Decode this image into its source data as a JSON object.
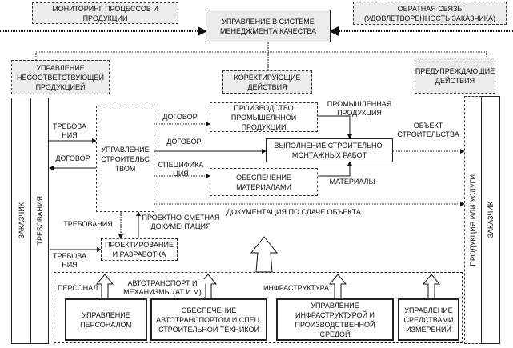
{
  "top": {
    "monitoring": "МОНИТОРИНГ ПРОЦЕССОВ И\nПРОДУКЦИИ",
    "qms": "УПРАВЛЕНИЕ В СИСТЕМЕ\nМЕНЕДЖМЕНТА КАЧЕСТВА",
    "feedback": "ОБРАТНАЯ СВЯЗЬ\n(УДОВЛЕТВОРЕННОСТЬ ЗАКАЗЧИКА)",
    "nonconforming": "УПРАВЛЕНИЕ\nНЕСООТВЕТСТВУЮЩЕЙ\nПРОДУКЦИЕЙ",
    "corrective": "КОРЕКТИРУЮЩИЕ\nДЕЙСТВИЯ",
    "preventive": "ПРЕДУПРЕЖДАЮЩИЕ\nДЕЙСТВИЯ"
  },
  "columns": {
    "customer_left": "ЗАКАЗЧИК",
    "requirements": "ТРЕБОВАНИЯ",
    "products": "ПРОДУКЦИЯ ИЛИ УСЛУГИ",
    "customer_right": "ЗАКАЗЧИК"
  },
  "boxes": {
    "construction_mgmt": "УПРАВЛЕНИЕ\nСТРОИТЕЛЬС\nТВОМ",
    "industrial": "ПРОИЗВОДСТВО\nПРОМЫШЕЛННОЙ\nПРОДУКЦИИ",
    "installation": "ВЫПОЛНЕНИЕ СТРОИТЕЛЬНО-\nМОНТАЖНЫХ РАБОТ",
    "materials_supply": "ОБЕСПЕЧЕНИЕ\nМАТЕРИАЛАМИ",
    "design": "ПРОЕКТИРОВАНИЕ\nИ РАЗРАБОТКА"
  },
  "labels": {
    "req1": "ТРЕБОВА\nНИЯ",
    "contract_left": "ДОГОВОР",
    "contract1": "ДОГОВОР",
    "contract2": "ДОГОВОР",
    "spec": "СПЕЦИФИКА\nЦИЯ",
    "industrial_products": "ПРОМЫШЛЕННАЯ\nПРОДУКЦИЯ",
    "object": "ОБЪЕКТ\nСТРОИТЕЛЬСТВА",
    "materials": "МАТЕРИАЛЫ",
    "handover_docs": "ДОКУМЕНТАЦИЯ ПО СДАЧЕ ОБЪЕКТА",
    "req2": "ТРЕБОВАНИЯ",
    "design_docs": "ПРОЕКТНО-СМЕТНАЯ\nДОКУМЕНТАЦИЯ",
    "req3": "ТРЕБОВА\nНИЯ",
    "personnel": "ПЕРСОНАЛ",
    "vehicles": "АВТОТРАНСПОРТ И\nМЕХАНИЗМЫ (АТ И М)",
    "infrastructure": "ИНФРАСТРУКТУРА"
  },
  "resources": {
    "personnel_mgmt": "УПРАВЛЕНИЕ\nПЕРСОНАЛОМ",
    "vehicles_mgmt": "ОБЕСПЕЧЕНИЕ\nАВТОТРАНСПОРТОМ И СПЕЦ.\nСТРОИТЕЛЬНОЙ ТЕХНИКОЙ",
    "infra_mgmt": "УПРАВЛЕНИЕ\nИНФРАСТРУКТУРОЙ И\nПРОИЗВОДСТВЕННОЙ\nСРЕДОЙ",
    "measure_mgmt": "УПРАВЛЕНИЕ\nСРЕДСТВАМИ\nИЗМЕРЕНИЙ"
  }
}
